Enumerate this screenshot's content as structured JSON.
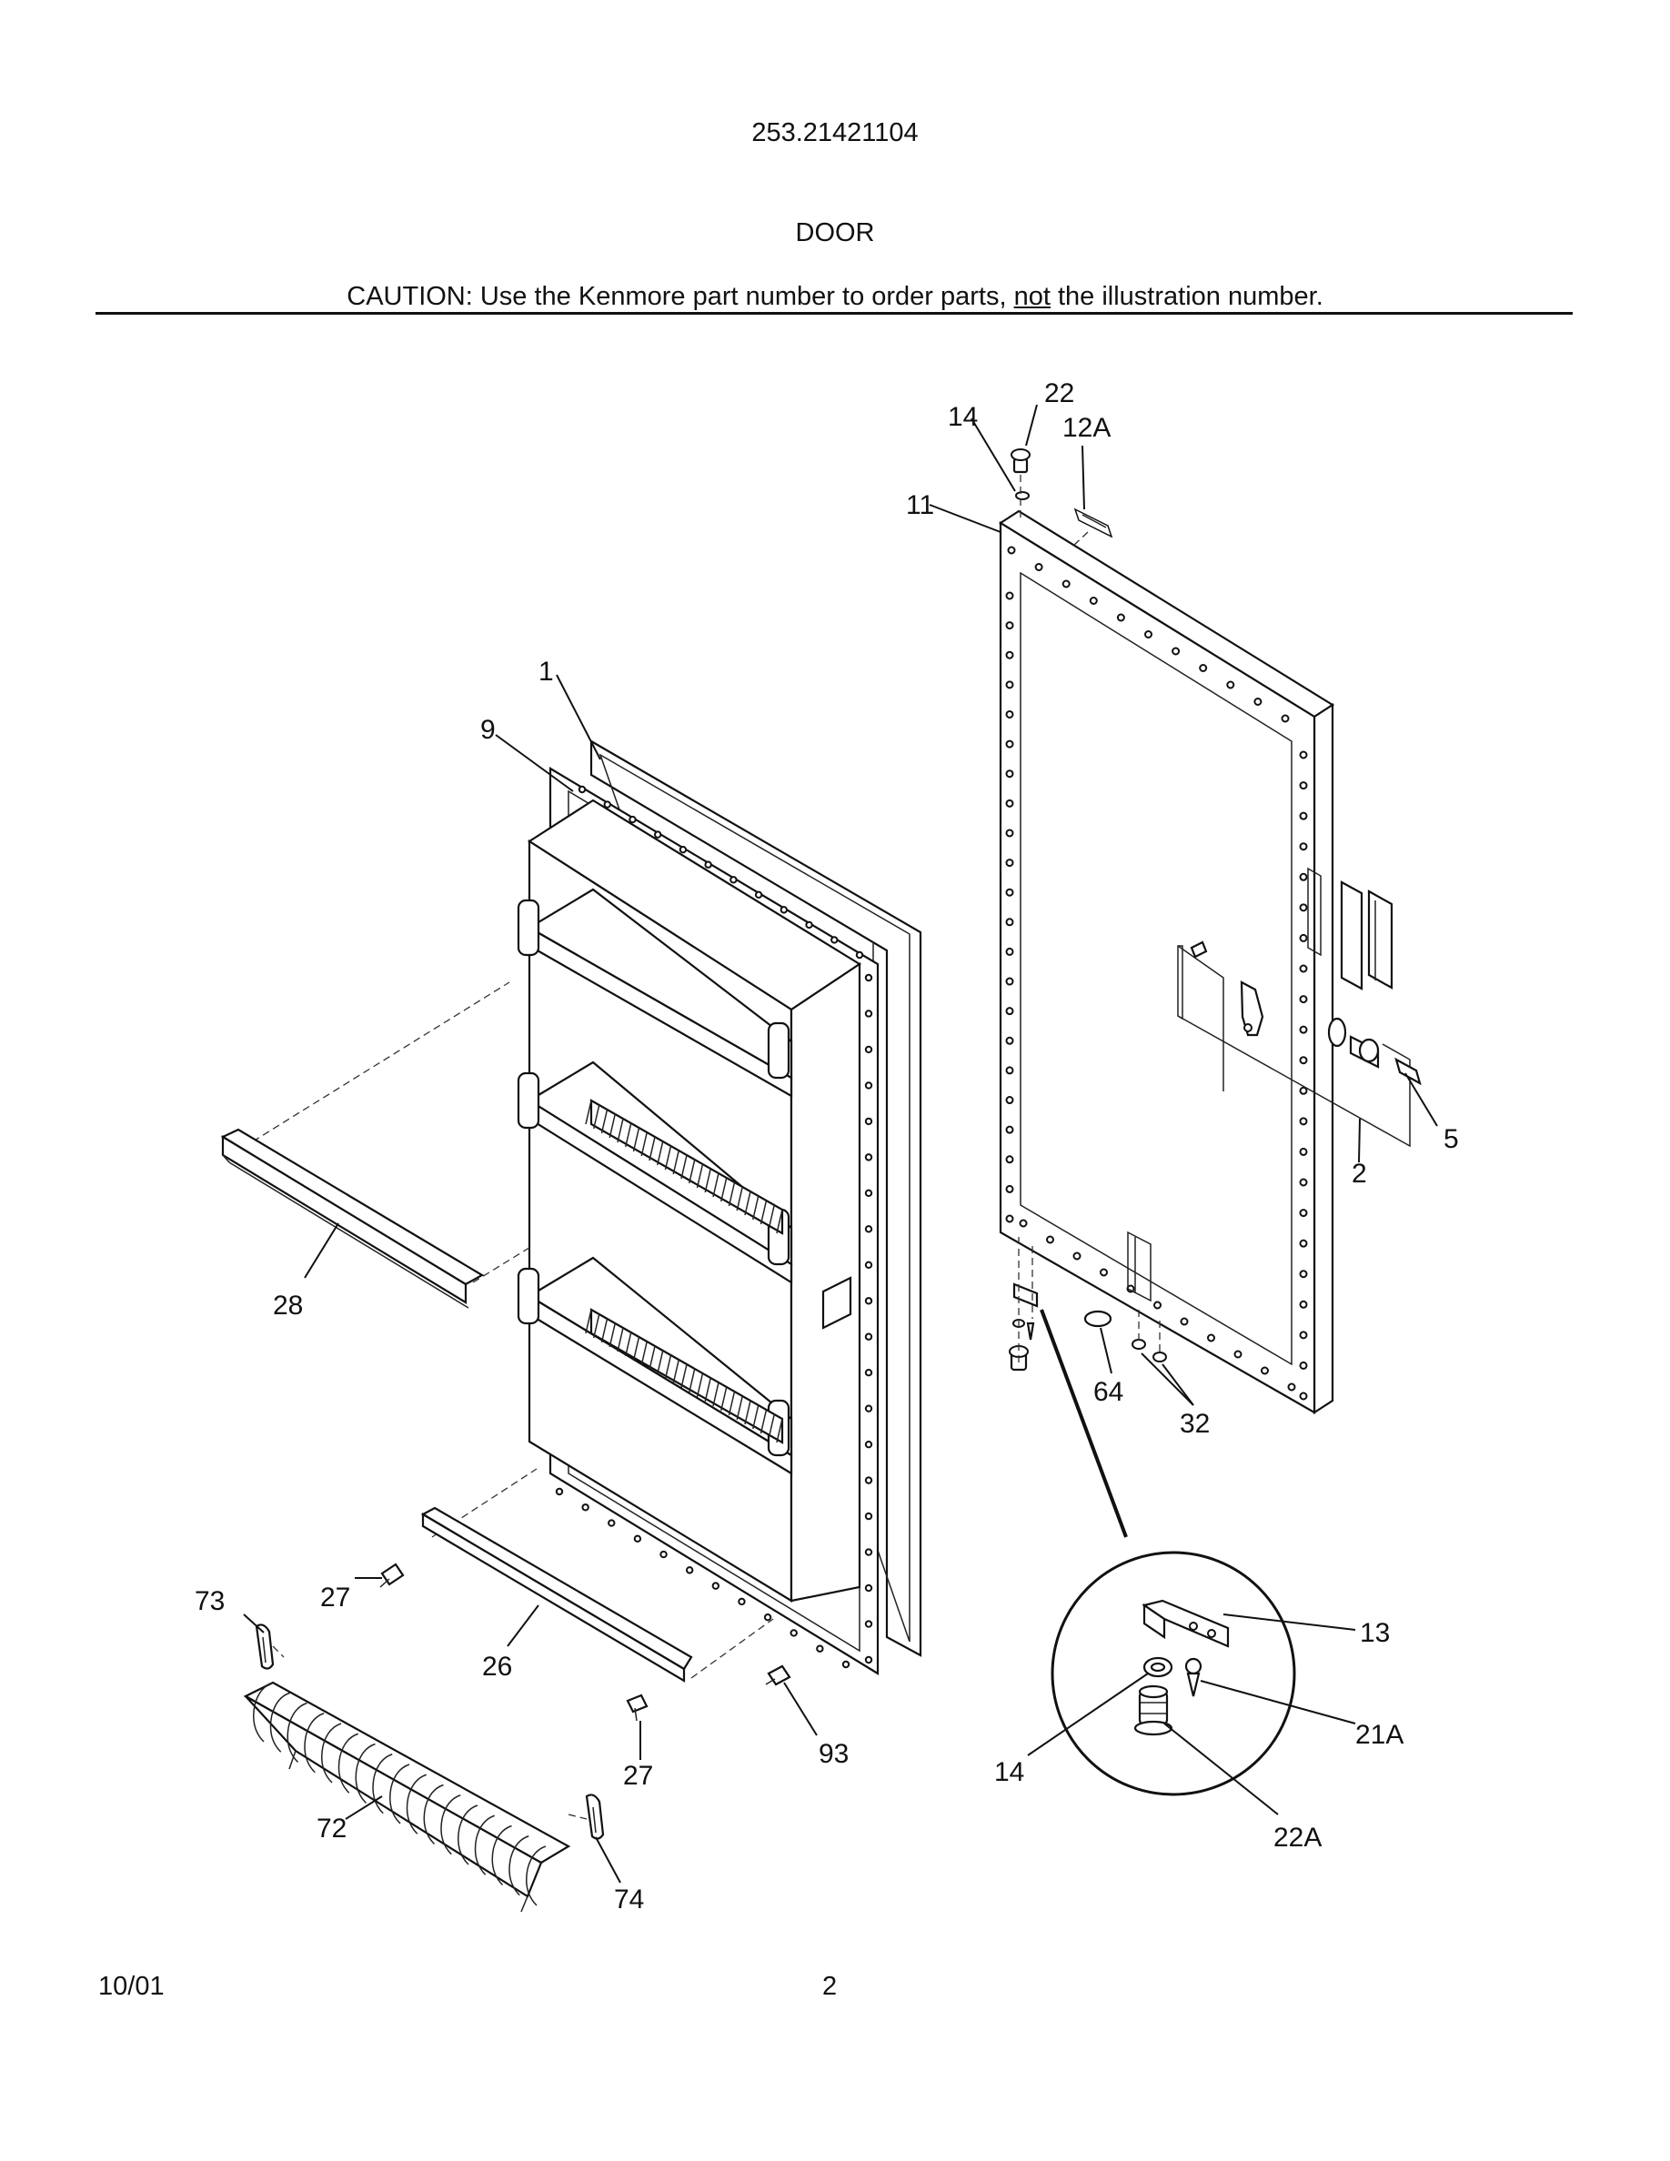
{
  "header": {
    "model_number": "253.21421104",
    "section_title": "DOOR",
    "caution_before": "CAUTION: Use the Kenmore part number to order parts, ",
    "caution_emphasis": "not",
    "caution_after": " the illustration number."
  },
  "footer": {
    "date": "10/01",
    "page_number": "2"
  },
  "callouts": [
    "22",
    "14",
    "12A",
    "11",
    "1",
    "9",
    "5",
    "2",
    "28",
    "64",
    "32",
    "73",
    "27",
    "26",
    "13",
    "21A",
    "14",
    "93",
    "27",
    "72",
    "22A",
    "74"
  ]
}
